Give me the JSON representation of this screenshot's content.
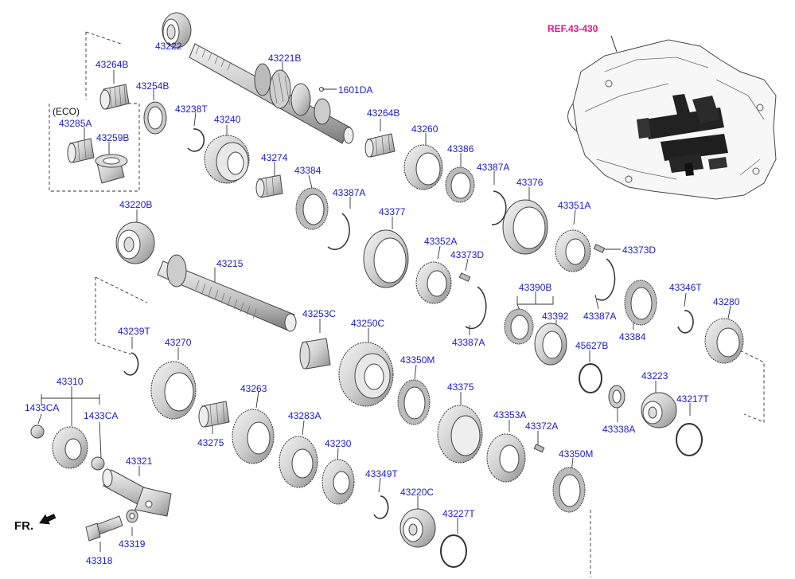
{
  "colors": {
    "label": "#1a1acc",
    "ref": "#e6138c",
    "line": "#333333",
    "shade": "#9a9a9a"
  },
  "ref_label": "REF.43-430",
  "front_label": "FR.",
  "eco_label": "(ECO)",
  "parts": {
    "p43264B_top": "43264B",
    "p43222": "43222",
    "p43221B": "43221B",
    "p1601DA": "1601DA",
    "p43254B": "43254B",
    "p43238T": "43238T",
    "p43240": "43240",
    "p43264B_mid": "43264B",
    "p43285A": "43285A",
    "p43259B": "43259B",
    "p43260": "43260",
    "p43386": "43386",
    "p43387A_1": "43387A",
    "p43274": "43274",
    "p43384_1": "43384",
    "p43387A_2": "43387A",
    "p43376": "43376",
    "p43220B": "43220B",
    "p43377": "43377",
    "p43351A": "43351A",
    "p43215": "43215",
    "p43352A": "43352A",
    "p43373D_1": "43373D",
    "p43373D_2": "43373D",
    "p43390B": "43390B",
    "p43346T": "43346T",
    "p43280": "43280",
    "p43253C": "43253C",
    "p43250C": "43250C",
    "p43392": "43392",
    "p43387A_3": "43387A",
    "p43239T": "43239T",
    "p43387A_4": "43387A",
    "p43384_2": "43384",
    "p43270": "43270",
    "p45627B": "45627B",
    "p43350M_1": "43350M",
    "p43310": "43310",
    "p43375": "43375",
    "p43223": "43223",
    "p43263": "43263",
    "p1433CA_1": "1433CA",
    "p1433CA_2": "1433CA",
    "p43283A": "43283A",
    "p43353A": "43353A",
    "p43338A": "43338A",
    "p43217T": "43217T",
    "p43372A": "43372A",
    "p43275": "43275",
    "p43230": "43230",
    "p43350M_2": "43350M",
    "p43321": "43321",
    "p43349T": "43349T",
    "p43220C": "43220C",
    "p43227T": "43227T",
    "p43319": "43319",
    "p43318": "43318"
  }
}
